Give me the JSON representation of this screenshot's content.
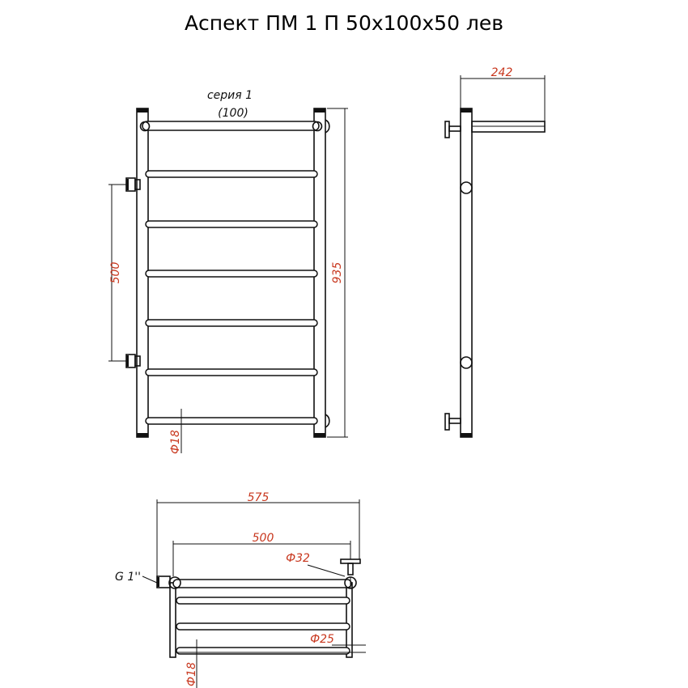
{
  "title": "Аспект ПМ 1 П 50х100х50 лев",
  "series": {
    "line1": "серия 1",
    "line2": "(100)"
  },
  "dimensions": {
    "overall_height": "935",
    "connection_spacing": "500",
    "bar_diameter_front": "Ф18",
    "depth": "242",
    "overall_width": "575",
    "connection_width": "500",
    "diameter_32": "Ф32",
    "diameter_25": "Ф25",
    "bar_diameter_top": "Ф18"
  },
  "labels": {
    "thread": "G 1''"
  },
  "colors": {
    "dimension_text": "#c8371e",
    "lines": "#111111"
  }
}
